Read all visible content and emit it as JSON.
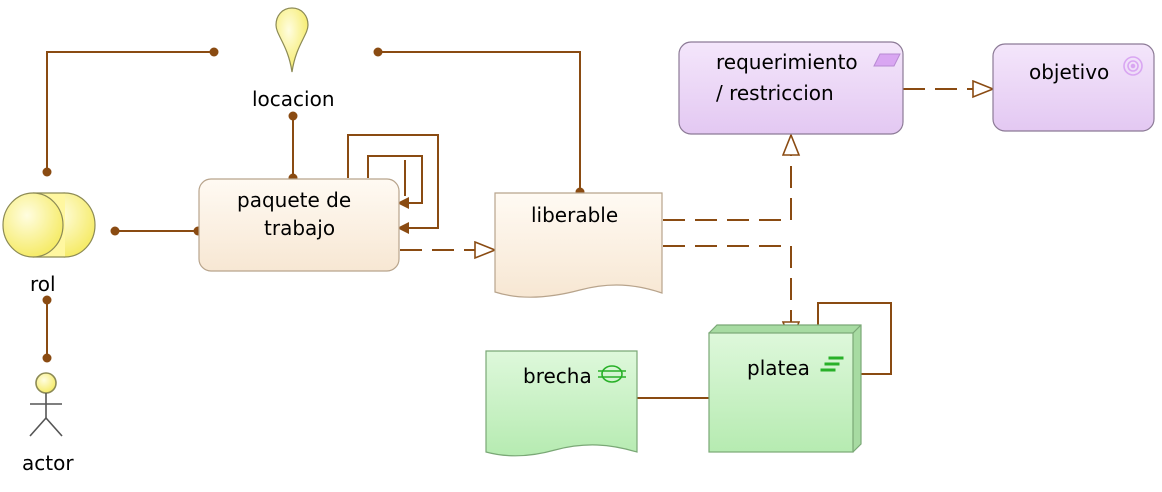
{
  "colors": {
    "line": "#8a4b12",
    "work_fill": "#fbefe1",
    "motivation_fill": "#ead4f5",
    "motivation_stroke": "#8c7a96",
    "tech_fill": "#c3f0bf",
    "tech_stroke": "#7aa876",
    "business_fill": "#fff7a0",
    "business_stroke": "#8c8a55",
    "icon_green": "#28b028",
    "icon_purple": "#d9a6f2"
  },
  "nodes": {
    "location": {
      "label": "locacion",
      "icon": "location-pin-icon"
    },
    "role": {
      "label": "rol",
      "icon": "role-cylinder-icon"
    },
    "actor": {
      "label": "actor",
      "icon": "stick-figure-icon"
    },
    "work_package": {
      "label_line1": "paquete de",
      "label_line2": "trabajo"
    },
    "deliverable": {
      "label": "liberable"
    },
    "requirement": {
      "label_line1": "requerimiento",
      "label_line2": "/ restriccion",
      "icon": "parallelogram-icon"
    },
    "goal": {
      "label": "objetivo",
      "icon": "target-icon"
    },
    "gap": {
      "label": "brecha",
      "icon": "gap-icon"
    },
    "plateau": {
      "label": "platea",
      "icon": "plateau-stairs-icon"
    }
  }
}
